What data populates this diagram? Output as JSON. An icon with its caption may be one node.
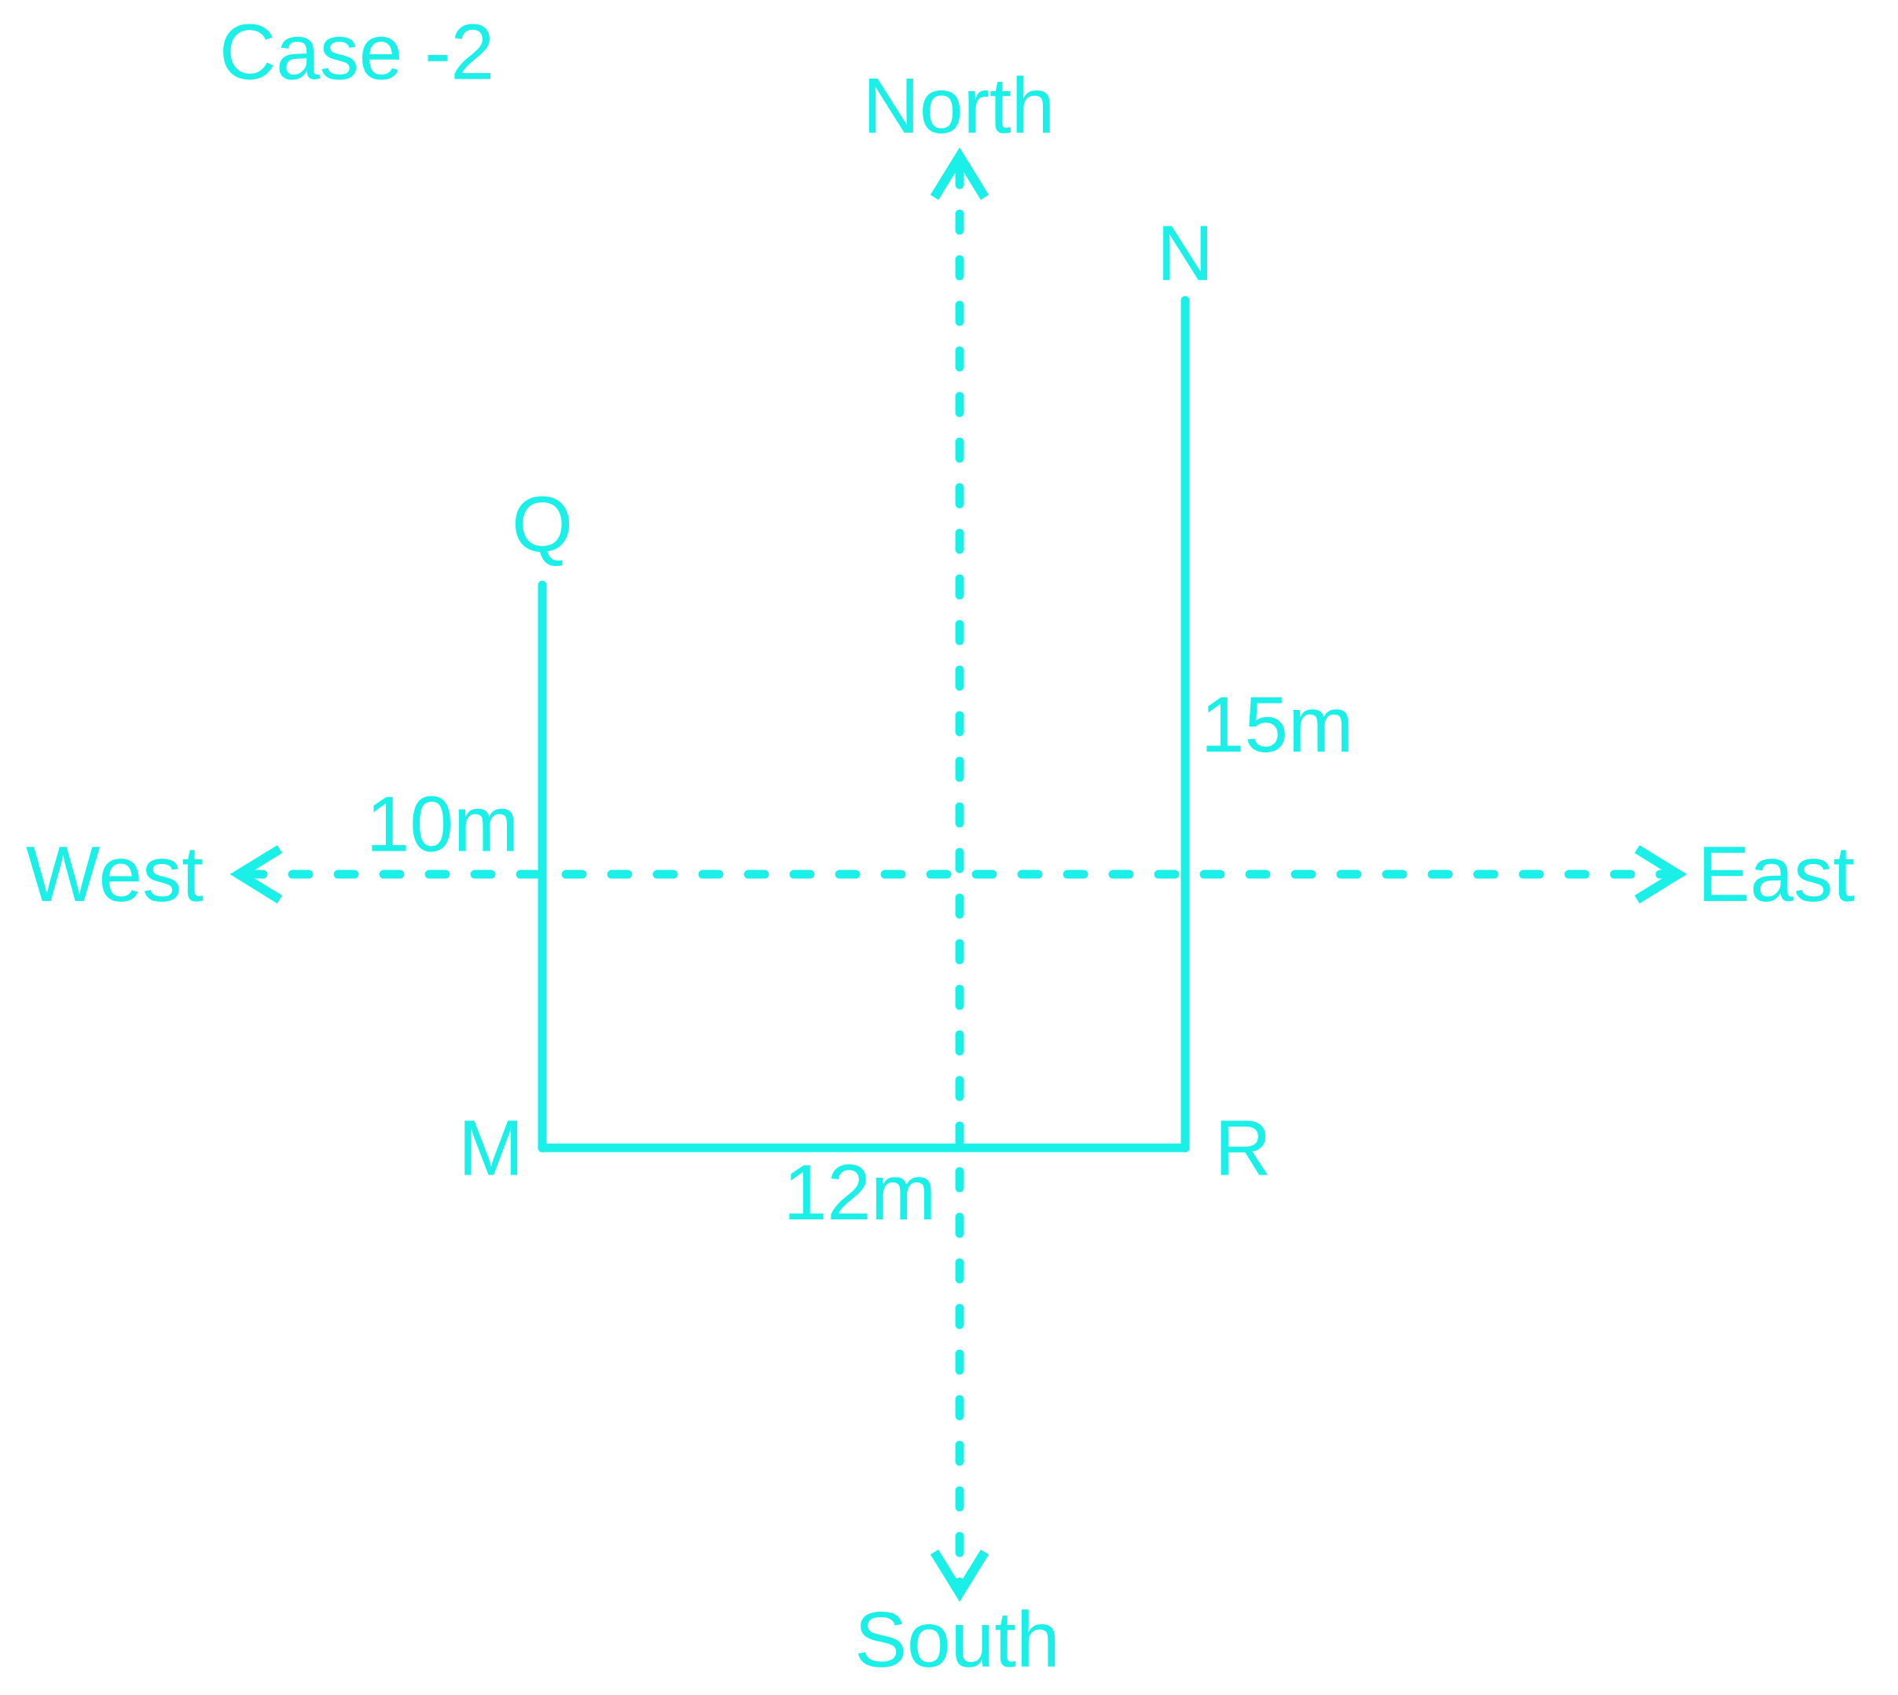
{
  "diagram": {
    "title": "Case -2",
    "nodes": [
      {
        "text": [
          "N"
        ]
      },
      {
        "text": [
          "Q"
        ]
      },
      {
        "text": [
          "M"
        ]
      },
      {
        "text": [
          "R"
        ]
      }
    ],
    "edges": [
      {
        "from": 1,
        "to": 2,
        "arrow": "none",
        "label": "10m"
      },
      {
        "from": 2,
        "to": 3,
        "arrow": "none",
        "label": "12m"
      },
      {
        "from": 3,
        "to": 0,
        "arrow": "none",
        "label": "15m"
      }
    ],
    "labels": [
      "North",
      "West",
      "East",
      "South"
    ]
  }
}
